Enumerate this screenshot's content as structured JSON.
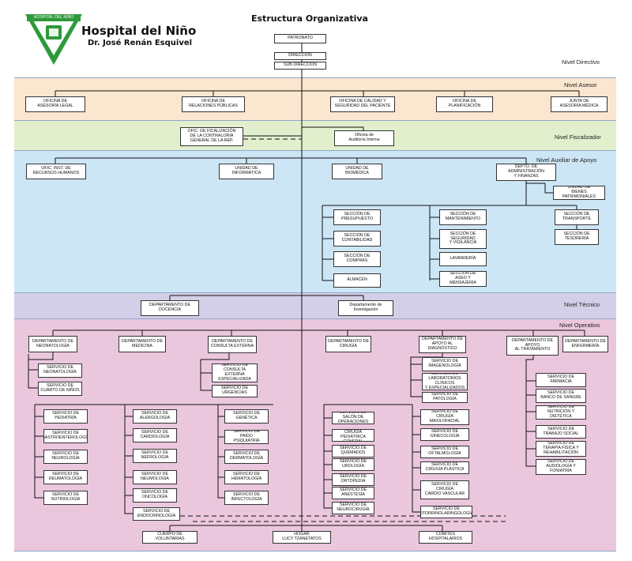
{
  "header": {
    "logo_ring_text": "HOSPITAL DEL NIÑO",
    "hospital_name": "Hospital del Niño",
    "hospital_subtitle": "Dr. José Renán Esquivel",
    "chart_title": "Estructura Organizativa",
    "colors": {
      "logo_green": "#2e9a3a"
    }
  },
  "levels": {
    "directivo": "Nivel Directivo",
    "asesor": "Nivel Asesor",
    "fiscalizador": "Nivel Fiscalizador",
    "auxiliar": "Nivel Auxiliar de Apoyo",
    "tecnico": "Nivel Técnico",
    "operativo": "Nivel Operativo"
  },
  "colors": {
    "asesor": "#fbe6cf",
    "fiscalizador": "#e1efcd",
    "auxiliar": "#cde6f6",
    "tecnico": "#d4cfe8",
    "operativo": "#ebc7de",
    "band_border": "#8fa6c8",
    "line": "#111111"
  },
  "boxes": {
    "patronato": "PATRONATO",
    "direccion": "DIRECCIÓN",
    "sub_direccion": "SUB DIRECCIÓN",
    "asesoria_legal": "OFICINA DE\nASESORÍA LEGAL",
    "relaciones_publicas": "OFICINA DE\nRELACIONES PÚBLICAS",
    "calidad_seguridad": "OFICINA DE CALIDAD Y\nSEGURIDAD DEL PACIENTE",
    "planificacion": "OFICINA DE\nPLANIFICACIÓN",
    "junta_asesora": "JUNTA DE\nASESORÍA MÉDICA",
    "contraloria": "OFIC. DE FICALIZACIÓN\nDE LA CONTRALORÍA\nGENERAL DE LA REP.",
    "auditoria": "Oficina de\nAuditoría Interna",
    "recursos_humanos": "OFIC. INST. DE\nRECURSOS HUMANOS",
    "informatica": "UNIDAD DE\nINFORMÁTICA",
    "biomedica": "UNIDAD DE\nBIOMÉDICA",
    "administracion": "DEPTO. DE\nADMINISTRACIÓN\nY FINANZAS",
    "bienes": "UNIDAD DE\nBIENES PATRIMONIALES",
    "presupuesto": "SECCIÓN DE\nPRESUPUESTO",
    "contabilidad": "SECCIÓN DE\nCONTABILIDAD",
    "compras": "SECCIÓN DE\nCOMPRAS",
    "almacen": "ALMACÉN",
    "mantenimiento": "SECCIÓN DE\nMANTENIMIENTO",
    "seguridad": "SECCIÓN DE\nSEGURIDAD\nY VIGILANCIA",
    "lavanderia": "LAVANDERÍA",
    "aseo": "SECCIÓN DE\nASEO Y MENSAJERÍA",
    "transporte": "SECCIÓN DE\nTRANSPORTE",
    "tesoreria": "SECCIÓN DE\nTESORERÍA",
    "docencia": "DEPARTAMENTO DE\nDOCENCIA",
    "investigacion": "Departamento de\nInvestigación",
    "neonatologia": "DEPARTAMENTO DE\nNEONATOLOGÍA",
    "medicina": "DEPARTAMENTO DE\nMEDICINA",
    "consulta_externa": "DEPARTAMENTO DE\nCONSULTA EXTERNA",
    "cirugia": "DEPARTAMENTO DE\nCIRUGÍA",
    "apoyo_diagnostico": "DEPARTAMENTO DE\nAPOYO AL\nDIAGNÓSTICO",
    "apoyo_tratamiento": "DEPARTAMENTO DE\nAPOYO\nAL TRATAMIENTO",
    "enfermeria": "DEPARTAMENTO DE\nENFERMERÍA",
    "serv_neonatologia": "SERVICIO DE\nNEONATOLOGÍA",
    "cuarto_ninos": "SERVICIO DE\nCUARTO DE NIÑOS",
    "consulta_especializada": "SERVICIO DE\nCONSULTA EXTERNA\nESPECIALIZADA",
    "urgencias": "SERVICIO DE\nURGENCIAS",
    "imagenologia": "SERVICIO DE\nIMAGENOLOGÍA",
    "laboratorios": "SERVICIO DE\nLABORATORIOS CLÍNICOS\nY ESPECIALIZADOS",
    "patologia": "SERVICIO DE\nPATOLOGÍA",
    "farmacia": "SERVICIO DE\nFARMACIA",
    "banco_sangre": "SERVICIO DE\nBANCO DE SANGRE",
    "nutricion": "SERVICIO DE\nNUTRICIÓN Y DIETÉTICA",
    "trabajo_social": "SERVICIO DE\nTRABAJO SOCIAL",
    "terapia_fisica": "SERVICIO DE\nTERAPIA FÍSICA Y\nREHABILITACIÓN",
    "audiologia": "SERVICIO DE\nAUDIOLOGÍA Y\nFONIATRÍA",
    "pediatria": "SERVICIO DE\nPEDIATRÍA",
    "gastro": "SERVICIO DE\nGASTROENTEROLOGÍA",
    "neurologia_neo": "SERVICIO DE\nNEUROLOGÍA",
    "reumatologia": "SERVICIO DE\nREUMATOLOGÍA",
    "nutriologia": "SERVICIO DE\nNUTRIOLOGÍA",
    "alergologia": "SERVICIO DE\nALERGOLOGÍA",
    "cardiologia": "SERVICIO DE\nCARDIOLOGÍA",
    "nefrologia": "SERVICIO DE\nNEFROLOGÍA",
    "neumologia": "SERVICIO DE\nNEUMOLOGÍA",
    "oncologia": "SERVICIO DE\nONCOLOGÍA",
    "endocrinologia": "SERVICIO DE\nENDOCRINOLOGÍA",
    "genetica": "SERVICIO DE\nGENÉTICA",
    "paido": "SERVICIO DE\nPAIDO PSIQUIATRÍA",
    "dermatologia": "SERVICIO DE\nDERMATOLOGÍA",
    "hematologia": "SERVICIO DE\nHEMATOLOGÍA",
    "infectologia": "SERVICIO DE\nINFECTOLOGÍA",
    "salon_operaciones": "SERVICIO DE\nSALÓN DE OPERACIONES",
    "cirugia_pediatrica": "SERVICIO DE CIRUGÍA\nPEDIÁTRICA GENERAL",
    "quemados": "SERVICIO DE\nQUEMADOS",
    "urologia": "SERVICIO DE\nUROLOGÍA",
    "ortopedia": "SERVICIO DE\nORTOPEDIA",
    "anestesia": "SERVICIO DE\nANESTESIA",
    "neurocirugia": "SERVICIO DE\nNEUROCIRUGÍA",
    "maxilofacial": "SERVICIO DE\nCIRUGÍA\nMAXILOFACIAL",
    "ginecologia": "SERVICIO DE\nGINECOLOGÍA",
    "oftalmologia": "SERVICIO DE\nOFTALMOLOGÍA",
    "plastica": "SERVICIO DE\nCIRUGÍA PLÁSTICA",
    "cardio_vascular": "SERVICIO DE\nCIRUGÍA\nCARDIO VASCULAR",
    "otorrino": "SERVICIO DE\nOTORRINOLARINGOLOGÍA",
    "voluntarias": "CUERPO DE\nVOLUNTARIAS",
    "hogar": "HOGAR\nLUCY TZANETATOS",
    "comites": "COMITÉS\nHOSPITALARIOS"
  }
}
